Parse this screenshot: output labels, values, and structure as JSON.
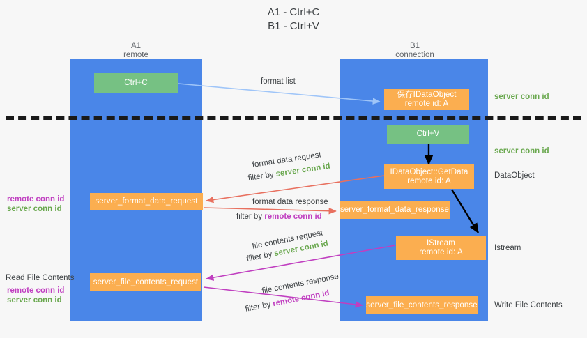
{
  "title": {
    "line1": "A1 - Ctrl+C",
    "line2": "B1 - Ctrl+V"
  },
  "columns": [
    {
      "name": "A1",
      "sub": "remote"
    },
    {
      "name": "B1",
      "sub": "connection"
    }
  ],
  "nodes": {
    "ctrl_c": {
      "label": "Ctrl+C"
    },
    "ctrl_v": {
      "label": "Ctrl+V"
    },
    "save_idataobject": {
      "line1": "保存IDataObject",
      "line2": "remote id: A"
    },
    "getdata": {
      "line1": "IDataObject::GetData",
      "line2": "remote id: A"
    },
    "istream": {
      "line1": "IStream",
      "line2": "remote id: A"
    },
    "server_format_data_request": {
      "label": "server_format_data_request"
    },
    "server_format_data_response": {
      "label": "server_format_data_response"
    },
    "server_file_contents_request": {
      "label": "server_file_contents_request"
    },
    "server_file_contents_response": {
      "label": "server_file_contents_response"
    }
  },
  "edge_labels": {
    "format_list": "format list",
    "format_data_request": "format data request",
    "format_data_request_filter_prefix": "filter by ",
    "format_data_request_filter_key": "server conn id",
    "format_data_response": "format data response",
    "format_data_response_filter_prefix": "filter by ",
    "format_data_response_filter_key": "remote conn id",
    "file_contents_request": "file contents request",
    "file_contents_request_filter_prefix": "filter by ",
    "file_contents_request_filter_key": "server conn id",
    "file_contents_response": "file contents response",
    "file_contents_response_filter_prefix": "filter by ",
    "file_contents_response_filter_key": "remote conn id"
  },
  "annotations": {
    "right_server_conn_id_top": "server conn id",
    "right_server_conn_id_mid": "server conn id",
    "right_dataobject": "DataObject",
    "right_istream": "Istream",
    "right_write_file_contents": "Write File Contents",
    "left_remote_conn_id_1": "remote conn id",
    "left_server_conn_id_1": "server conn id",
    "left_read_file_contents": "Read File Contents",
    "left_remote_conn_id_2": "remote conn id",
    "left_server_conn_id_2": "server conn id"
  },
  "colors": {
    "lane": "#4a86e8",
    "node_orange": "#fbae50",
    "node_green": "#76c183",
    "green_text": "#6aa84f",
    "magenta_text": "#c03fc0",
    "arrow_blue": "#9fc5f8",
    "arrow_red": "#e8705f",
    "arrow_black": "#000000",
    "arrow_magenta": "#c03fc0",
    "background": "#f7f7f7"
  }
}
